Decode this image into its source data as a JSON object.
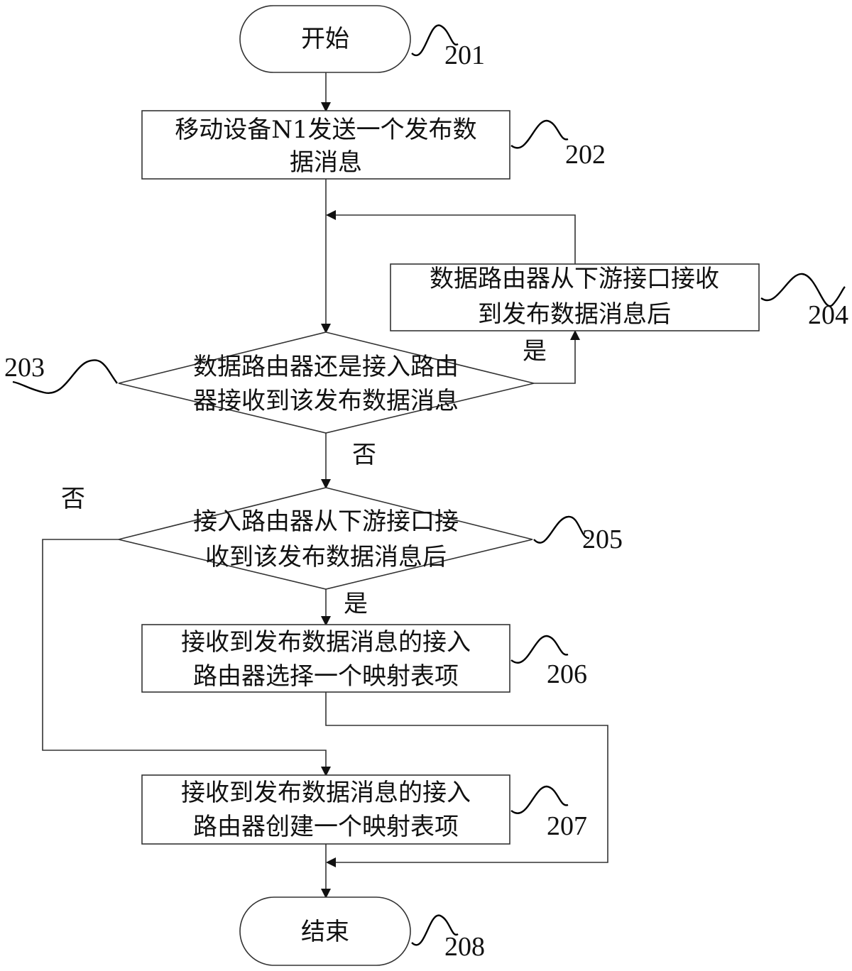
{
  "nodes": {
    "start": {
      "lines": [
        "开始"
      ],
      "ref": "201"
    },
    "step202": {
      "lines": [
        "移动设备N1发送一个发布数",
        "据消息"
      ],
      "ref": "202"
    },
    "decision203": {
      "lines": [
        "数据路由器还是接入路由",
        "器接收到该发布数据消息"
      ],
      "ref": "203"
    },
    "step204": {
      "lines": [
        "数据路由器从下游接口接收",
        "到发布数据消息后"
      ],
      "ref": "204"
    },
    "decision205": {
      "lines": [
        "接入路由器从下游接口接",
        "收到该发布数据消息后"
      ],
      "ref": "205"
    },
    "step206": {
      "lines": [
        "接收到发布数据消息的接入",
        "路由器选择一个映射表项"
      ],
      "ref": "206"
    },
    "step207": {
      "lines": [
        "接收到发布数据消息的接入",
        "路由器创建一个映射表项"
      ],
      "ref": "207"
    },
    "end": {
      "lines": [
        "结束"
      ],
      "ref": "208"
    }
  },
  "edge_labels": {
    "d203_yes": "是",
    "d203_no": "否",
    "d205_yes": "是",
    "d205_no": "否"
  }
}
